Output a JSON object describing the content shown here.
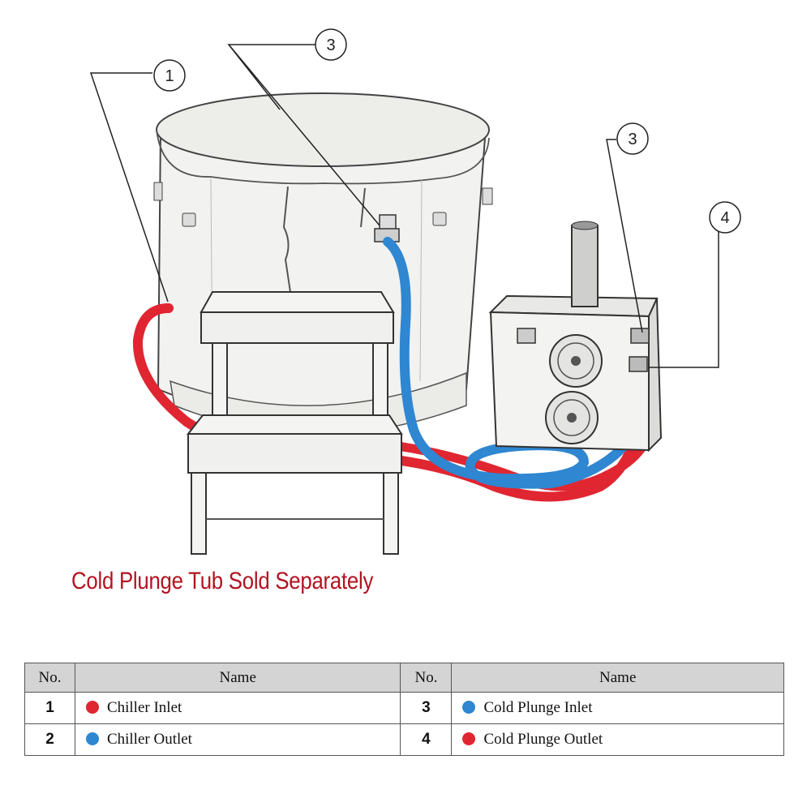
{
  "callouts": [
    {
      "label": "1",
      "target": "chiller-inlet-connection"
    },
    {
      "label": "3",
      "target": "tub-outlet-valve"
    },
    {
      "label": "3",
      "target": "chiller-upper-port"
    },
    {
      "label": "4",
      "target": "chiller-lower-port"
    }
  ],
  "note": "Cold Plunge Tub Sold Separately",
  "colors": {
    "red": "#e02631",
    "blue": "#2f86d1",
    "note_red": "#b3121f"
  },
  "legend": {
    "headers": [
      "No.",
      "Name",
      "No.",
      "Name"
    ],
    "rows": [
      {
        "left": {
          "num": "1",
          "color": "#e02631",
          "name": "Chiller Inlet"
        },
        "right": {
          "num": "3",
          "color": "#2f86d1",
          "name": "Cold Plunge Inlet"
        }
      },
      {
        "left": {
          "num": "2",
          "color": "#2f86d1",
          "name": "Chiller Outlet"
        },
        "right": {
          "num": "4",
          "color": "#e02631",
          "name": "Cold Plunge Outlet"
        }
      }
    ]
  }
}
